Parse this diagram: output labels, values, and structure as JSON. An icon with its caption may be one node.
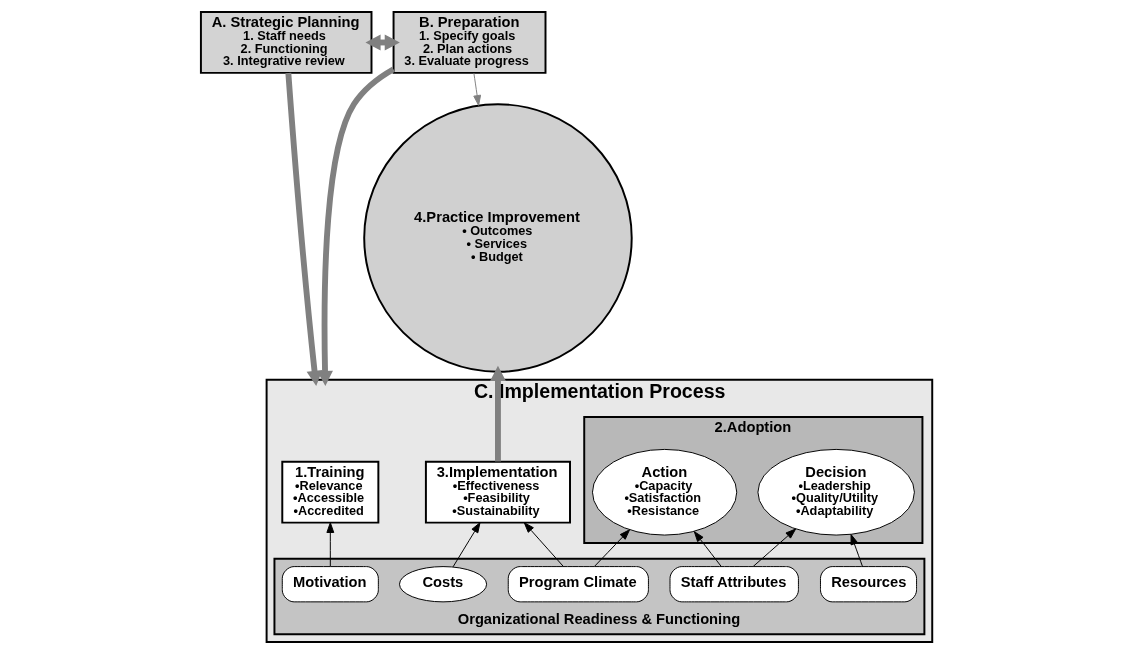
{
  "diagram": {
    "nodes": [
      {
        "text": [
          "A. Strategic Planning",
          "1. Staff needs",
          "2. Functioning",
          "3. Integrative review"
        ]
      },
      {
        "text": [
          "B. Preparation",
          "1. Specify goals",
          "2. Plan actions",
          "3. Evaluate progress"
        ]
      },
      {
        "text": [
          "C. Implementation Process"
        ]
      },
      {
        "text": [
          "1.Training",
          "•Relevance",
          "•Accessible",
          "•Accredited"
        ],
        "in": 2
      },
      {
        "text": [
          "2.Adoption"
        ],
        "in": 2
      },
      {
        "text": [
          "Decision",
          "•Leadership",
          "•Quality/Utility",
          "•Adaptability"
        ],
        "in": 4
      },
      {
        "text": [
          "Action",
          "•Capacity",
          "•Satisfaction",
          "•Resistance"
        ],
        "in": 4
      },
      {
        "text": [
          "3.Implementation",
          "•Effectiveness",
          "•Feasibility",
          "•Sustainability"
        ],
        "in": 2
      },
      {
        "text": [
          "Organizational Readiness & Functioning"
        ],
        "in": 2
      },
      {
        "text": [
          "Motivation"
        ],
        "in": 8
      },
      {
        "text": [
          "Resources"
        ],
        "in": 8
      },
      {
        "text": [
          "Staff Attributes"
        ],
        "in": 8
      },
      {
        "text": [
          "Program Climate"
        ],
        "in": 8
      },
      {
        "text": [
          "Costs"
        ],
        "in": 8
      },
      {
        "text": [
          "4.Practice Improvement",
          "• Outcomes",
          "• Services",
          "• Budget"
        ]
      }
    ],
    "edges": [
      {
        "from": 0,
        "to": 1,
        "arrow": "both",
        "style": "thick",
        "color": "#808080"
      },
      {
        "from": 0,
        "to": 2,
        "arrow": "to",
        "style": "thick",
        "color": "#808080"
      },
      {
        "from": 1,
        "to": 2,
        "arrow": "to",
        "style": "thick",
        "color": "#808080"
      },
      {
        "from": 1,
        "to": 14,
        "arrow": "to",
        "color": "#808080"
      },
      {
        "from": 7,
        "to": 14,
        "arrow": "to",
        "style": "thick",
        "color": "#808080"
      },
      {
        "from": 9,
        "to": 3,
        "arrow": "to"
      },
      {
        "from": 10,
        "to": 5,
        "arrow": "to"
      },
      {
        "from": 11,
        "to": 5,
        "arrow": "to"
      },
      {
        "from": 11,
        "to": 6,
        "arrow": "to"
      },
      {
        "from": 12,
        "to": 6,
        "arrow": "to"
      },
      {
        "from": 12,
        "to": 7,
        "arrow": "to"
      },
      {
        "from": 13,
        "to": 7,
        "arrow": "to"
      }
    ]
  }
}
